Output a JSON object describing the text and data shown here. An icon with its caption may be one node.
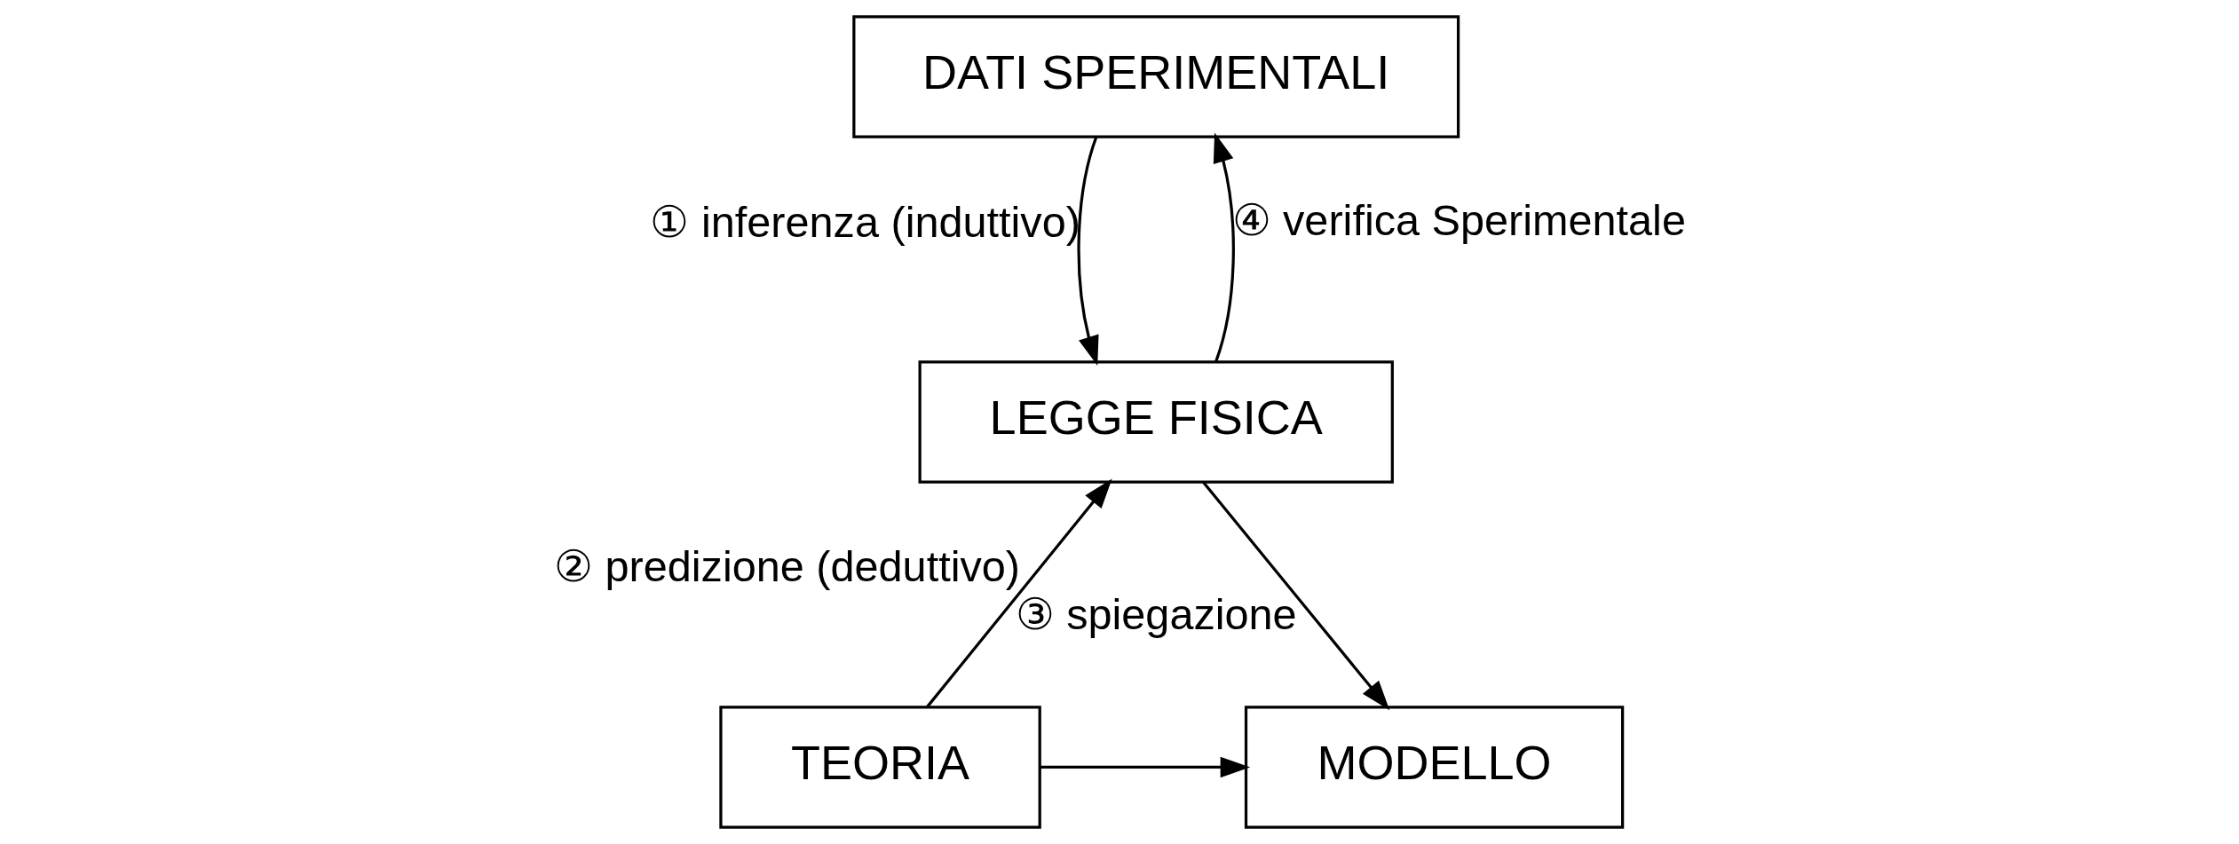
{
  "diagram": {
    "nodes": [
      {
        "text": [
          "DATI SPERIMENTALI"
        ]
      },
      {
        "text": [
          "LEGGE FISICA"
        ]
      },
      {
        "text": [
          "MODELLO"
        ]
      },
      {
        "text": [
          "TEORIA"
        ]
      }
    ],
    "edges": [
      {
        "from": 0,
        "to": 1,
        "arrow": "to",
        "label": "① inferenza (induttivo)"
      },
      {
        "from": 1,
        "to": 2,
        "arrow": "to",
        "label": "③ spiegazione"
      },
      {
        "from": 3,
        "to": 1,
        "arrow": "to",
        "label": "② predizione (deduttivo)"
      },
      {
        "from": 1,
        "to": 0,
        "arrow": "to",
        "label": "④ verifica Sperimentale"
      },
      {
        "from": 3,
        "to": 2,
        "arrow": "to"
      }
    ]
  }
}
